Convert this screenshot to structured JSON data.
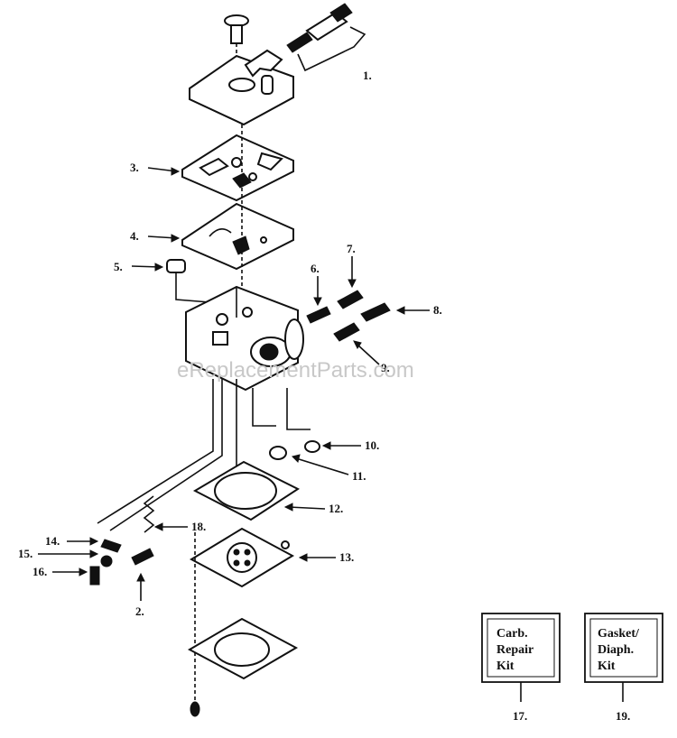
{
  "diagram": {
    "callouts": [
      {
        "id": "1",
        "label": "1."
      },
      {
        "id": "2",
        "label": "2."
      },
      {
        "id": "3",
        "label": "3."
      },
      {
        "id": "4",
        "label": "4."
      },
      {
        "id": "5",
        "label": "5."
      },
      {
        "id": "6",
        "label": "6."
      },
      {
        "id": "7",
        "label": "7."
      },
      {
        "id": "8",
        "label": "8."
      },
      {
        "id": "9",
        "label": "9."
      },
      {
        "id": "10",
        "label": "10."
      },
      {
        "id": "11",
        "label": "11."
      },
      {
        "id": "12",
        "label": "12."
      },
      {
        "id": "13",
        "label": "13."
      },
      {
        "id": "14",
        "label": "14."
      },
      {
        "id": "15",
        "label": "15."
      },
      {
        "id": "16",
        "label": "16."
      },
      {
        "id": "17",
        "label": "17."
      },
      {
        "id": "18",
        "label": "18."
      },
      {
        "id": "19",
        "label": "19."
      }
    ],
    "kits": [
      {
        "lines": [
          "Carb.",
          "Repair",
          "Kit"
        ]
      },
      {
        "lines": [
          "Gasket/",
          "Diaph.",
          "Kit"
        ]
      }
    ],
    "watermark": "eReplacementParts.com"
  }
}
